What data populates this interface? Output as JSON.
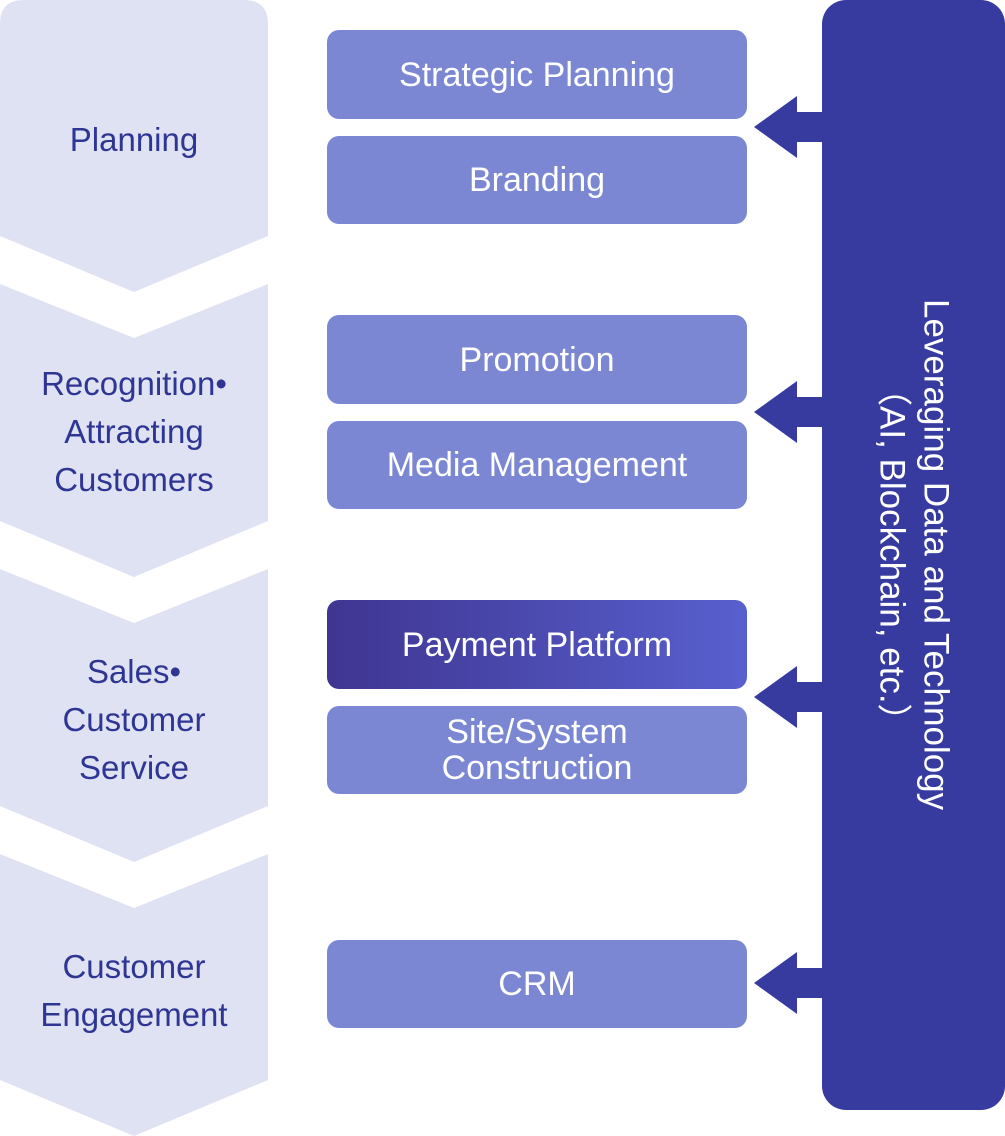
{
  "stages": [
    {
      "lines": [
        "Planning"
      ]
    },
    {
      "lines": [
        "Recognition•",
        "Attracting",
        "Customers"
      ]
    },
    {
      "lines": [
        "Sales•",
        "Customer",
        "Service"
      ]
    },
    {
      "lines": [
        "Customer",
        "Engagement"
      ]
    }
  ],
  "services": {
    "strategic_planning": "Strategic Planning",
    "branding": "Branding",
    "promotion": "Promotion",
    "media_management": "Media Management",
    "payment_platform": "Payment Platform",
    "site_system_line1": "Site/System",
    "site_system_line2": "Construction",
    "crm": "CRM"
  },
  "technology": {
    "line1": "Leveraging Data and Technology",
    "line2": "（AI, Blockchain, etc.）"
  },
  "colors": {
    "stage_fill": "#dfe2f3",
    "stage_text": "#2f3593",
    "service_box": "#7b87d3",
    "highlight_start": "#3f3591",
    "highlight_end": "#5860cf",
    "tech_bar": "#373ba0"
  }
}
